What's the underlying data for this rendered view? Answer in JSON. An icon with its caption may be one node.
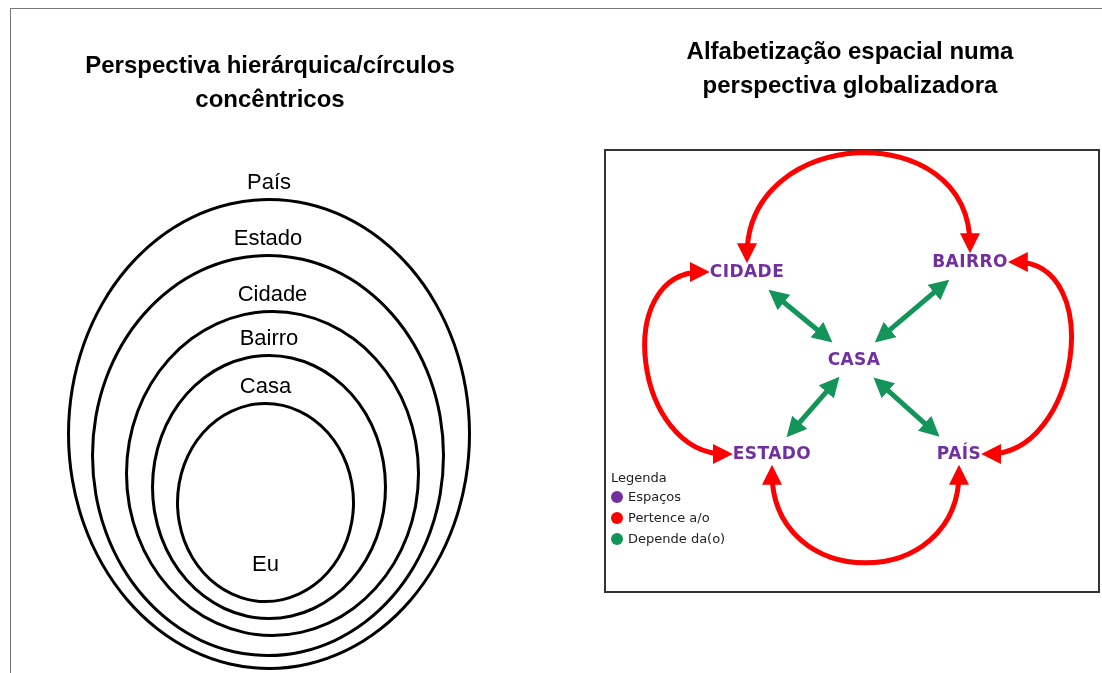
{
  "diagram": {
    "nodes": [
      {
        "text": [
          "País"
        ]
      },
      {
        "text": [
          "Estado"
        ],
        "in": 0
      },
      {
        "text": [
          "Cidade"
        ],
        "in": 1
      },
      {
        "text": [
          "Bairro"
        ],
        "in": 2
      },
      {
        "text": [
          "Casa",
          "Eu"
        ],
        "in": 3
      },
      {
        "text": [],
        "shape": "box"
      },
      {
        "text": [
          "CIDADE"
        ],
        "in": 5
      },
      {
        "text": [
          "BAIRRO"
        ],
        "in": 5
      },
      {
        "text": [
          "CASA"
        ],
        "in": 5
      },
      {
        "text": [
          "ESTADO"
        ],
        "in": 5
      },
      {
        "text": [
          "PAÍS"
        ],
        "in": 5
      }
    ],
    "edges": [
      {
        "from": 6,
        "to": 7,
        "arrow": "both",
        "color": "#ff0000"
      },
      {
        "from": 6,
        "to": 9,
        "arrow": "both",
        "color": "#ff0000"
      },
      {
        "from": 7,
        "to": 10,
        "arrow": "both",
        "color": "#ff0000"
      },
      {
        "from": 9,
        "to": 10,
        "arrow": "both",
        "color": "#ff0000"
      },
      {
        "from": 6,
        "to": 8,
        "arrow": "both",
        "color": "#13955a"
      },
      {
        "from": 7,
        "to": 8,
        "arrow": "both",
        "color": "#13955a"
      },
      {
        "from": 9,
        "to": 8,
        "arrow": "both",
        "color": "#13955a"
      },
      {
        "from": 10,
        "to": 8,
        "arrow": "both",
        "color": "#13955a"
      }
    ],
    "labels": [
      "Perspectiva hierárquica/círculos concêntricos",
      "Alfabetização espacial numa perspectiva globalizadora",
      "Legenda"
    ],
    "legend": [
      {
        "text": "Espaços",
        "color": "#7030a0"
      },
      {
        "text": "Pertence a/o",
        "color": "#ff0000"
      },
      {
        "text": "Depende da(o)",
        "color": "#13955a"
      }
    ]
  }
}
